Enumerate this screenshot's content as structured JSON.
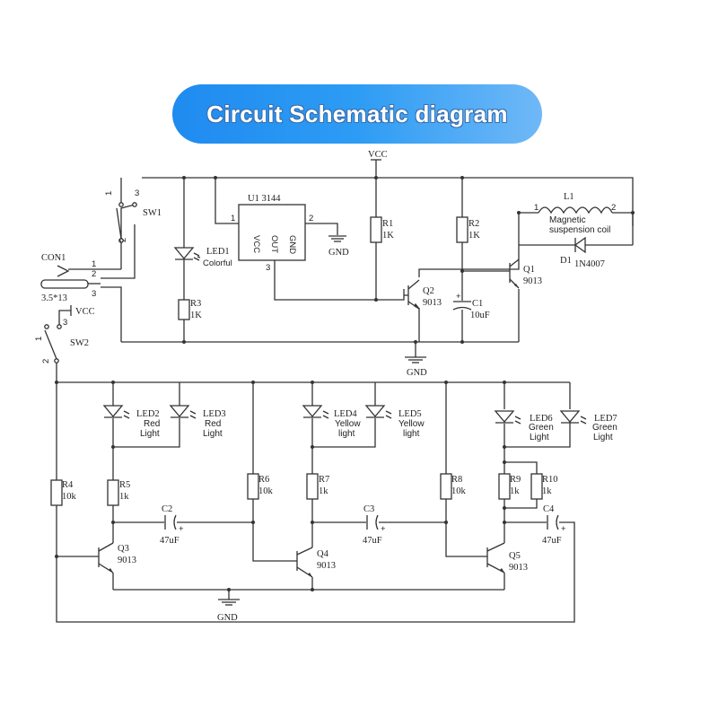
{
  "title": "Circuit Schematic diagram",
  "labels": {
    "vcc_top": "VCC",
    "vcc_sw2": "VCC",
    "sw1": "SW1",
    "sw2": "SW2",
    "sw1_pin1": "1",
    "sw1_pin2": "2",
    "sw1_pin3": "3",
    "sw2_pin1": "1",
    "sw2_pin2": "2",
    "sw2_pin3": "3",
    "con1": "CON1",
    "con1_spec": "3.5*13",
    "con1_pin1": "1",
    "con1_pin2": "2",
    "con1_pin3": "3",
    "u1": "U1  3144",
    "u1_vcc": "VCC",
    "u1_out": "OUT",
    "u1_gnd": "GND",
    "u1_pin1": "1",
    "u1_pin2": "2",
    "u1_pin3": "3",
    "gnd_u1": "GND",
    "gnd_mid": "GND",
    "gnd_bottom": "GND",
    "led1": "LED1",
    "led1_desc": "Colorful",
    "r1": "R1",
    "r1_val": "1K",
    "r2": "R2",
    "r2_val": "1K",
    "r3": "R3",
    "r3_val": "1K",
    "l1": "L1",
    "l1_pin1": "1",
    "l1_pin2": "2",
    "l1_desc1": "Magnetic",
    "l1_desc2": "suspension coil",
    "d1": "D1",
    "d1_val": "1N4007",
    "q1": "Q1",
    "q1_val": "9013",
    "q2": "Q2",
    "q2_val": "9013",
    "c1": "C1",
    "c1_val": "10uF",
    "led2": "LED2",
    "led2_desc1": "Red",
    "led2_desc2": "Light",
    "led3": "LED3",
    "led3_desc1": "Red",
    "led3_desc2": "Light",
    "led4": "LED4",
    "led4_desc1": "Yellow",
    "led4_desc2": "light",
    "led5": "LED5",
    "led5_desc1": "Yellow",
    "led5_desc2": "light",
    "led6": "LED6",
    "led6_desc1": "Green",
    "led6_desc2": "Light",
    "led7": "LED7",
    "led7_desc1": "Green",
    "led7_desc2": "Light",
    "r4": "R4",
    "r4_val": "10k",
    "r5": "R5",
    "r5_val": "1k",
    "r6": "R6",
    "r6_val": "10k",
    "r7": "R7",
    "r7_val": "1k",
    "r8": "R8",
    "r8_val": "10k",
    "r9": "R9",
    "r9_val": "1k",
    "r10": "R10",
    "r10_val": "1k",
    "c2": "C2",
    "c2_val": "47uF",
    "c3": "C3",
    "c3_val": "47uF",
    "c4": "C4",
    "c4_val": "47uF",
    "q3": "Q3",
    "q3_val": "9013",
    "q4": "Q4",
    "q4_val": "9013",
    "q5": "Q5",
    "q5_val": "9013",
    "plus": "+"
  }
}
